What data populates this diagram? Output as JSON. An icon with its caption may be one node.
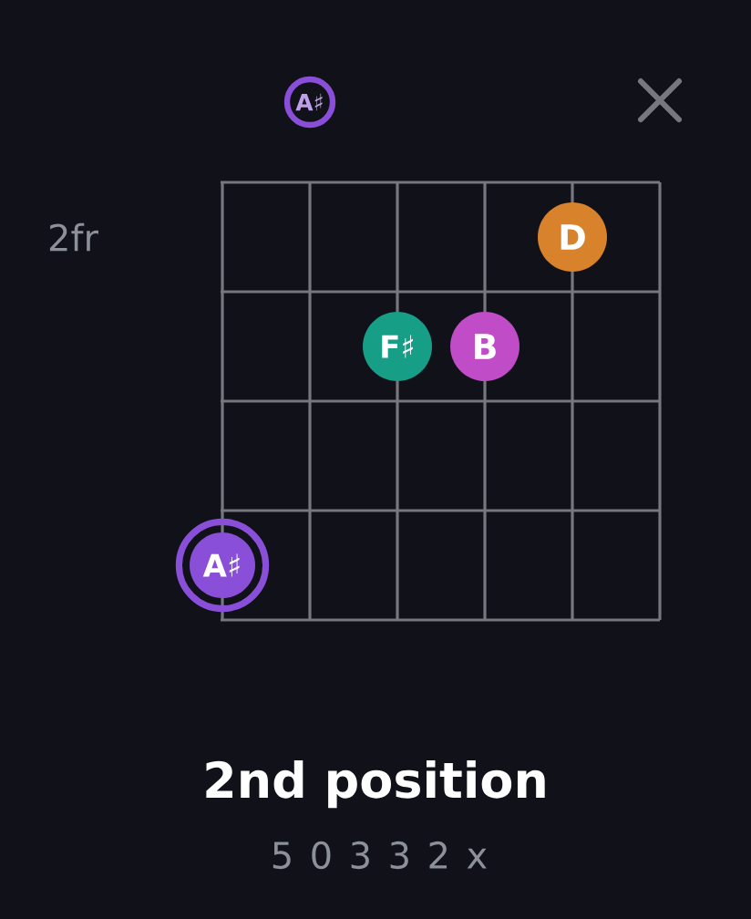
{
  "diagram": {
    "title": "2nd position",
    "caption": "5 0 3 3 2 x",
    "nodes": [
      {
        "text": [
          "A♯"
        ]
      },
      {
        "text": [
          "D"
        ]
      },
      {
        "text": [
          "F♯"
        ]
      },
      {
        "text": [
          "B"
        ]
      },
      {
        "text": [
          "A♯"
        ]
      }
    ],
    "labels": [
      "2fr"
    ]
  }
}
